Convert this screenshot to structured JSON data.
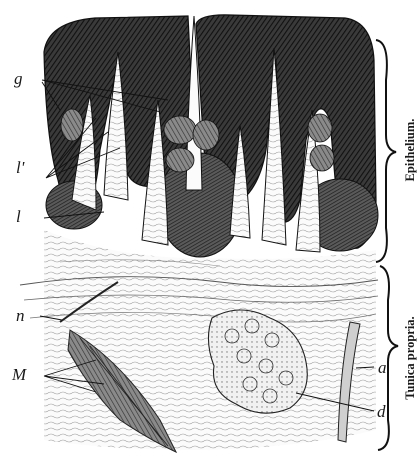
{
  "figure": {
    "regions": {
      "epithelium": "Epithelium.",
      "tunica_propria": "Tunica propria."
    },
    "letters": {
      "g": "g",
      "l_prime": "l'",
      "l": "l",
      "n": "n",
      "M": "M",
      "a": "a",
      "d": "d"
    }
  }
}
